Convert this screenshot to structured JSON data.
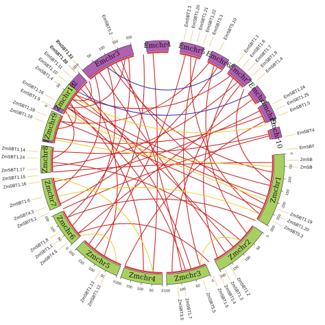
{
  "segments": [
    {
      "id": "Emchr2",
      "label": "Emchr2",
      "fill": "#b05fb3",
      "start": -64,
      "end": -43,
      "ticks": [
        "0",
        "50",
        "100"
      ]
    },
    {
      "id": "Emchr3",
      "label": "Emchr3",
      "fill": "#b05fb3",
      "start": -41,
      "end": -15,
      "ticks": [
        "0",
        "50",
        "100",
        "150",
        "200"
      ]
    },
    {
      "id": "Emchr4",
      "label": "Emchr4",
      "fill": "#b05fb3",
      "start": -8,
      "end": 3,
      "ticks": []
    },
    {
      "id": "Emchr5",
      "label": "Emchr5",
      "fill": "#b05fb3",
      "start": 9,
      "end": 20,
      "ticks": []
    },
    {
      "id": "Emchr6",
      "label": "Emchr6",
      "fill": "#b05fb3",
      "start": 24,
      "end": 33,
      "ticks": []
    },
    {
      "id": "Emchr7",
      "label": "Emchr7",
      "fill": "#b05fb3",
      "start": 36,
      "end": 47,
      "ticks": []
    },
    {
      "id": "Emchr8",
      "label": "Emchr8",
      "fill": "#b05fb3",
      "start": 51,
      "end": 58,
      "ticks": []
    },
    {
      "id": "Emchr9",
      "label": "Emchr9",
      "fill": "#b05fb3",
      "start": 60,
      "end": 69,
      "ticks": []
    },
    {
      "id": "Emchr10",
      "label": "Emchr10",
      "fill": "#b05fb3",
      "start": 73,
      "end": 78,
      "ticks": []
    },
    {
      "id": "Emchr1",
      "label": "Emchr1",
      "fill": "#b05fb3",
      "start": -80,
      "end": -67,
      "ticks": []
    },
    {
      "id": "Zmchr1",
      "label": "Zmchr1",
      "fill": "#a8d060",
      "start": 86,
      "end": 121,
      "ticks": [
        "0",
        "50",
        "100",
        "150",
        "200",
        "250",
        "300"
      ]
    },
    {
      "id": "Zmchr2",
      "label": "Zmchr2",
      "fill": "#a8d060",
      "start": 125,
      "end": 152,
      "ticks": [
        "0",
        "50",
        "100",
        "150",
        "200"
      ]
    },
    {
      "id": "Zmchr3",
      "label": "Zmchr3",
      "fill": "#a8d060",
      "start": 157,
      "end": 178,
      "ticks": [
        "0",
        "50",
        "100",
        "150"
      ]
    },
    {
      "id": "Zmchr4",
      "label": "Zmchr4",
      "fill": "#a8d060",
      "start": 180,
      "end": 200,
      "ticks": [
        "0",
        "50",
        "100",
        "150",
        "200"
      ]
    },
    {
      "id": "Zmchr5",
      "label": "Zmchr5",
      "fill": "#a8d060",
      "start": 202,
      "end": 225,
      "ticks": [
        "0",
        "50",
        "100",
        "150",
        "200"
      ]
    },
    {
      "id": "Zmchr6",
      "label": "Zmchr6",
      "fill": "#a8d060",
      "start": 228,
      "end": 244,
      "ticks": [
        "0",
        "50",
        "100",
        "150"
      ]
    },
    {
      "id": "Zmchr7",
      "label": "Zmchr7",
      "fill": "#a8d060",
      "start": 247,
      "end": 262,
      "ticks": []
    },
    {
      "id": "Zmchr8",
      "label": "Zmchr8",
      "fill": "#a8d060",
      "start": 265,
      "end": 278,
      "ticks": []
    },
    {
      "id": "Zmchr9",
      "label": "Zmchr9",
      "fill": "#a8d060",
      "start": 281,
      "end": 295,
      "ticks": []
    },
    {
      "id": "Zmchr10",
      "label": "Zmchr10",
      "fill": "#a8d060",
      "start": 298,
      "end": 310,
      "ticks": []
    }
  ],
  "genes": [
    {
      "label": "EmSBT5.2",
      "angle": -22
    },
    {
      "label": "EmSBT1.10",
      "angle": -50
    },
    {
      "label": "EmSBT1.11",
      "angle": -47
    },
    {
      "label": "EmSBT1.12",
      "angle": -44
    },
    {
      "label": "EmSBT1.13",
      "angle": -41
    },
    {
      "label": "EmSBT1.9",
      "angle": -63
    },
    {
      "label": "EmSBT1.16",
      "angle": -60
    },
    {
      "label": "EmSBT2.3",
      "angle": 10
    },
    {
      "label": "EmSBT1.20",
      "angle": 13
    },
    {
      "label": "EmSBT1.21",
      "angle": 16
    },
    {
      "label": "EmSBT1.22",
      "angle": 19
    },
    {
      "label": "EmSBT3.3",
      "angle": 22
    },
    {
      "label": "EmSBT5.10",
      "angle": 27
    },
    {
      "label": "EmSBT1.1",
      "angle": 37
    },
    {
      "label": "EmSBT1.6",
      "angle": 40
    },
    {
      "label": "EmSBT1.7",
      "angle": 43
    },
    {
      "label": "EmSBT1.8",
      "angle": 46
    },
    {
      "label": "EmSBT1.4",
      "angle": 49
    },
    {
      "label": "EmSBT1.24",
      "angle": 62
    },
    {
      "label": "EmSBT1.25",
      "angle": 65
    },
    {
      "label": "EmSBT1.5",
      "angle": 68
    },
    {
      "label": "EmSBT4",
      "angle": 78
    },
    {
      "label": "EmSBT",
      "angle": 84
    },
    {
      "label": "ZmSB",
      "angle": 89
    },
    {
      "label": "ZmSB",
      "angle": 92
    },
    {
      "label": "ZmSBT1.19",
      "angle": 112
    },
    {
      "label": "ZmSBT1.20",
      "angle": 115
    },
    {
      "label": "ZmSBT5.3",
      "angle": 118
    },
    {
      "label": "ZmSBT1.2",
      "angle": 147
    },
    {
      "label": "ZmSBT1.3",
      "angle": 150
    },
    {
      "label": "ZmSBT1.4",
      "angle": 153
    },
    {
      "label": "ZmSBT1.5",
      "angle": 156
    },
    {
      "label": "ZmSBT5.5",
      "angle": 161
    },
    {
      "label": "ZmSBT1.7",
      "angle": 170
    },
    {
      "label": "ZmSBT3.6",
      "angle": 173
    },
    {
      "label": "ZmSBT1.12",
      "angle": 207
    },
    {
      "label": "ZmSBT1.13",
      "angle": 210
    },
    {
      "label": "ZmSBT4.5",
      "angle": 230
    },
    {
      "label": "ZmSBT1.1",
      "angle": 233
    },
    {
      "label": "ZmSBT1.8",
      "angle": 236
    },
    {
      "label": "ZmSBT5.2",
      "angle": 246
    },
    {
      "label": "ZmSBT4.3",
      "angle": 249
    },
    {
      "label": "ZmSBT1.6",
      "angle": 254
    },
    {
      "label": "ZmSBT1.16",
      "angle": 261
    },
    {
      "label": "ZmSBT1.15",
      "angle": 264
    },
    {
      "label": "ZmSBT1.17",
      "angle": 267
    },
    {
      "label": "ZmSBT1.24",
      "angle": 272
    },
    {
      "label": "ZmSBT1.14",
      "angle": 275
    },
    {
      "label": "ZmSBT1.18",
      "angle": 289
    },
    {
      "label": "ZmSBT1.18",
      "angle": 292
    },
    {
      "label": "ZmSBT1.4",
      "angle": 307
    },
    {
      "label": "ZmSBT1.29",
      "angle": 316
    },
    {
      "label": "ZmSBT1.22",
      "angle": 319
    }
  ],
  "links": [
    {
      "a": 102,
      "b": -55,
      "color": "#cc1d1d"
    },
    {
      "a": 108,
      "b": -60,
      "color": "#cc1d1d"
    },
    {
      "a": 95,
      "b": -28,
      "color": "#cc1d1d"
    },
    {
      "a": 112,
      "b": -25,
      "color": "#cc1d1d"
    },
    {
      "a": 140,
      "b": -52,
      "color": "#cc1d1d"
    },
    {
      "a": 145,
      "b": -35,
      "color": "#cc1d1d"
    },
    {
      "a": 165,
      "b": -48,
      "color": "#cc1d1d"
    },
    {
      "a": 170,
      "b": -22,
      "color": "#cc1d1d"
    },
    {
      "a": 190,
      "b": -58,
      "color": "#cc1d1d"
    },
    {
      "a": 212,
      "b": -45,
      "color": "#cc1d1d"
    },
    {
      "a": 235,
      "b": -30,
      "color": "#cc1d1d"
    },
    {
      "a": 240,
      "b": -18,
      "color": "#cc1d1d"
    },
    {
      "a": 255,
      "b": -38,
      "color": "#cc1d1d"
    },
    {
      "a": 272,
      "b": -62,
      "color": "#cc1d1d"
    },
    {
      "a": 288,
      "b": -57,
      "color": "#cc1d1d"
    },
    {
      "a": 300,
      "b": -20,
      "color": "#cc1d1d"
    },
    {
      "a": 305,
      "b": -42,
      "color": "#cc1d1d"
    },
    {
      "a": 118,
      "b": 15,
      "color": "#cc1d1d"
    },
    {
      "a": 130,
      "b": 28,
      "color": "#cc1d1d"
    },
    {
      "a": 150,
      "b": 40,
      "color": "#cc1d1d"
    },
    {
      "a": 160,
      "b": 18,
      "color": "#cc1d1d"
    },
    {
      "a": 175,
      "b": 45,
      "color": "#cc1d1d"
    },
    {
      "a": 218,
      "b": 12,
      "color": "#cc1d1d"
    },
    {
      "a": 230,
      "b": 55,
      "color": "#cc1d1d"
    },
    {
      "a": 248,
      "b": 30,
      "color": "#cc1d1d"
    },
    {
      "a": 260,
      "b": 62,
      "color": "#cc1d1d"
    },
    {
      "a": 268,
      "b": 43,
      "color": "#cc1d1d"
    },
    {
      "a": 283,
      "b": 65,
      "color": "#cc1d1d"
    },
    {
      "a": 292,
      "b": 25,
      "color": "#cc1d1d"
    },
    {
      "a": 308,
      "b": 38,
      "color": "#cc1d1d"
    },
    {
      "a": 276,
      "b": 75,
      "color": "#cc1d1d"
    },
    {
      "a": 245,
      "b": 76,
      "color": "#cc1d1d"
    },
    {
      "a": 200,
      "b": 68,
      "color": "#cc1d1d"
    },
    {
      "a": 185,
      "b": -5,
      "color": "#cc1d1d"
    },
    {
      "a": 222,
      "b": -10,
      "color": "#cc1d1d"
    },
    {
      "a": 100,
      "b": 48,
      "color": "#cc1d1d"
    },
    {
      "a": 122,
      "b": 240,
      "color": "#cc1d1d"
    },
    {
      "a": 135,
      "b": 270,
      "color": "#cc1d1d"
    },
    {
      "a": 155,
      "b": 230,
      "color": "#cc1d1d"
    },
    {
      "a": 168,
      "b": 300,
      "color": "#cc1d1d"
    },
    {
      "a": 90,
      "b": 265,
      "color": "#cc1d1d"
    },
    {
      "a": 115,
      "b": 292,
      "color": "#cc1d1d"
    },
    {
      "a": -30,
      "b": 33,
      "color": "#2b2fb0"
    },
    {
      "a": -50,
      "b": 52,
      "color": "#2b2fb0"
    },
    {
      "a": 282,
      "b": 92,
      "color": "#e8cf2a"
    },
    {
      "a": 297,
      "b": 110,
      "color": "#e8cf2a"
    },
    {
      "a": 252,
      "b": 118,
      "color": "#e8cf2a"
    },
    {
      "a": 228,
      "b": 205,
      "color": "#e8cf2a"
    },
    {
      "a": 306,
      "b": 70,
      "color": "#e8cf2a"
    },
    {
      "a": 135,
      "b": 160,
      "color": "#e8cf2a"
    },
    {
      "a": 262,
      "b": 185,
      "color": "#e8cf2a"
    }
  ]
}
